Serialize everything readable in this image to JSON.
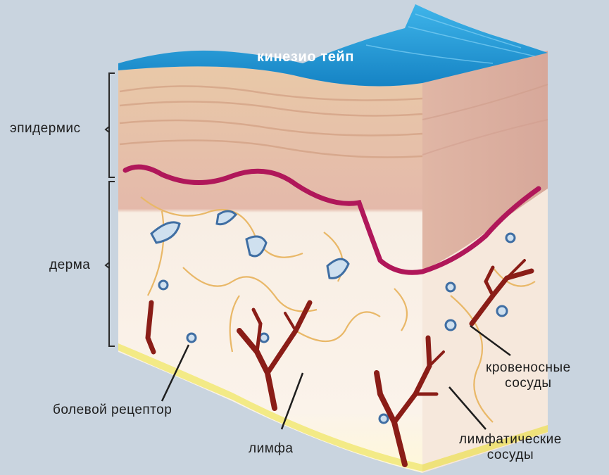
{
  "labels": {
    "tape": "кинезио тейп",
    "epidermis": "эпидермис",
    "dermis": "дерма",
    "pain_receptor": "болевой рецептор",
    "lymph": "лимфа",
    "blood_vessels": "кровеносные\nсосуды",
    "lymph_vessels": "лимфатические\nсосуды"
  },
  "colors": {
    "background": "#c9d4df",
    "tape": "#1a9ad8",
    "epidermis": "#e6c3ad",
    "dermis": "#f7ece1",
    "basement_membrane": "#b0175a",
    "blood_vessel": "#8a1d17",
    "lymph_vessel": "#e8b766",
    "pain_receptor": "#3f6ea3",
    "subcutis": "#f5ef9a"
  }
}
